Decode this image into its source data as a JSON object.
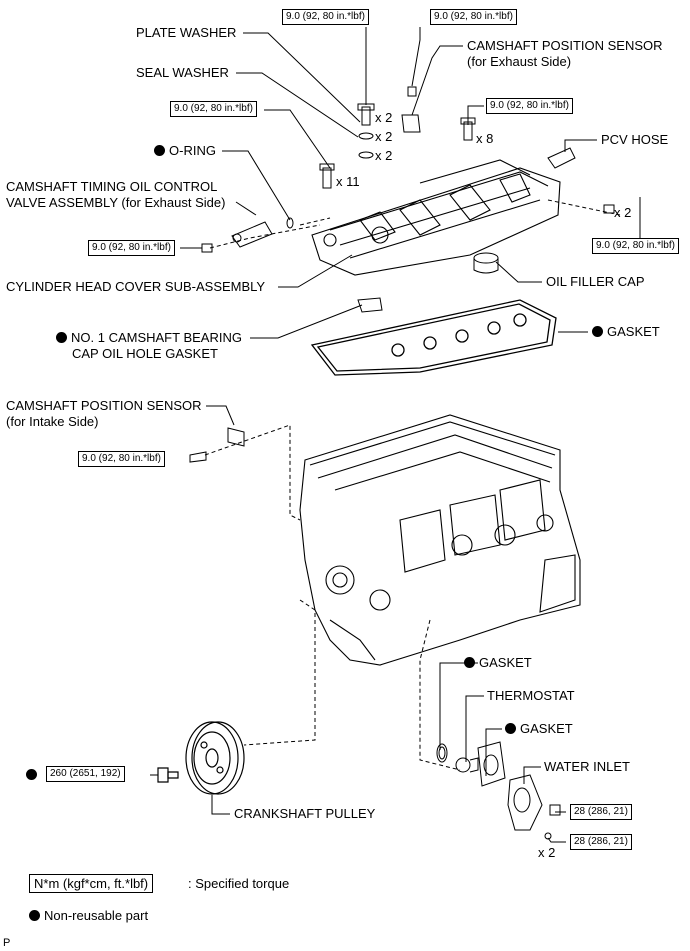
{
  "labels": {
    "plate_washer": "PLATE WASHER",
    "seal_washer": "SEAL WASHER",
    "o_ring": "O-RING",
    "ocv_line1": "CAMSHAFT TIMING OIL CONTROL",
    "ocv_line2": "VALVE ASSEMBLY (for Exhaust Side)",
    "cam_sensor_ex_line1": "CAMSHAFT POSITION SENSOR",
    "cam_sensor_ex_line2": "(for Exhaust Side)",
    "pcv_hose": "PCV HOSE",
    "head_cover": "CYLINDER HEAD COVER SUB-ASSEMBLY",
    "oil_filler_cap": "OIL FILLER CAP",
    "bearing_gasket_line1": "NO. 1 CAMSHAFT BEARING",
    "bearing_gasket_line2": "CAP OIL HOLE GASKET",
    "gasket_cover": "GASKET",
    "cam_sensor_in_line1": "CAMSHAFT POSITION SENSOR",
    "cam_sensor_in_line2": "(for Intake Side)",
    "gasket_thermo_top": "GASKET",
    "thermostat": "THERMOSTAT",
    "gasket_thermo": "GASKET",
    "water_inlet": "WATER INLET",
    "crankshaft_pulley": "CRANKSHAFT PULLEY"
  },
  "torques": {
    "plate_washer_bolt": "9.0 (92, 80 in.*lbf)",
    "cam_sensor_ex": "9.0 (92, 80 in.*lbf)",
    "cover_bolts_x11": "9.0 (92, 80 in.*lbf)",
    "cover_bolts_x8": "9.0 (92, 80 in.*lbf)",
    "cover_nuts_x2": "9.0 (92, 80 in.*lbf)",
    "ocv_bolt": "9.0 (92, 80 in.*lbf)",
    "cam_sensor_in": "9.0 (92, 80 in.*lbf)",
    "crank_pulley_bolt": "260 (2651, 192)",
    "water_inlet_bolt": "28 (286, 21)",
    "water_inlet_nuts": "28 (286, 21)"
  },
  "counts": {
    "plate_washer": "x 2",
    "seal_washer_a": "x 2",
    "seal_washer_b": "x 2",
    "cover_bolts_11": "x 11",
    "cover_bolts_8": "x 8",
    "cover_nuts": "x 2",
    "water_inlet_nuts": "x 2"
  },
  "legend": {
    "torque_unit": "N*m (kgf*cm, ft.*lbf)",
    "torque_desc": ": Specified torque",
    "non_reusable": "Non-reusable part"
  },
  "footer_code": "P"
}
